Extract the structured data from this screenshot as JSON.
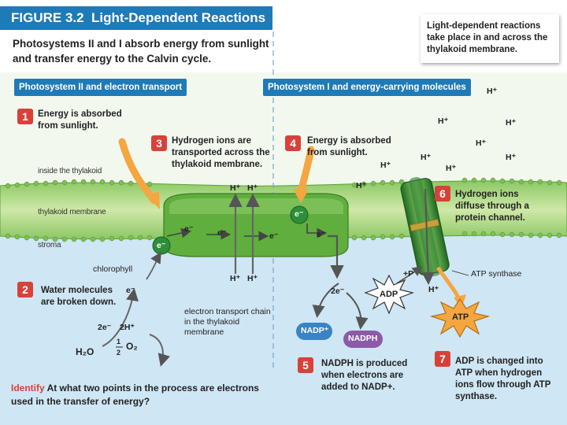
{
  "figure": {
    "label": "FIGURE 3.2",
    "title": "Light-Dependent Reactions",
    "subtitle": "Photosystems II and I absorb energy from sunlight and transfer energy to the Calvin cycle.",
    "side_note": "Light-dependent reactions take place in and across the thylakoid membrane."
  },
  "tabs": {
    "left": "Photosystem II and electron transport",
    "right": "Photosystem I and energy-carrying molecules"
  },
  "steps": [
    {
      "num": "1",
      "text": "Energy is absorbed from sunlight."
    },
    {
      "num": "2",
      "text": "Water molecules are broken down."
    },
    {
      "num": "3",
      "text": "Hydrogen ions are transported across the thylakoid membrane."
    },
    {
      "num": "4",
      "text": "Energy is absorbed from sunlight."
    },
    {
      "num": "5",
      "text": "NADPH is produced when electrons are added to NADP+."
    },
    {
      "num": "6",
      "text": "Hydrogen ions diffuse through a protein channel."
    },
    {
      "num": "7",
      "text": "ADP is changed into ATP when hydrogen ions flow through ATP synthase."
    }
  ],
  "regions": {
    "inside": "inside the thylakoid",
    "membrane": "thylakoid membrane",
    "stroma": "stroma"
  },
  "labels": {
    "chlorophyll": "chlorophyll",
    "electron_chain": "electron transport chain in the thylakoid membrane",
    "atp_synthase": "ATP synthase",
    "electron": "e⁻",
    "two_electrons": "2e⁻",
    "two_h_plus": "2H⁺",
    "water": "H₂O",
    "half": "1",
    "half_den": "2",
    "oxygen": "O₂",
    "h_plus": "H⁺",
    "plus_p": "+P",
    "adp": "ADP",
    "atp": "ATP",
    "nadp": "NADP⁺",
    "nadph": "NADPH"
  },
  "footer": {
    "keyword": "Identify",
    "question": "At what two points in the process are electrons used in the transfer of energy?"
  },
  "colors": {
    "header_blue": "#1f7ab8",
    "step_red": "#d8413a",
    "membrane_green": "#6dbb45",
    "sky_blue": "#cfe6f4",
    "arrow_orange": "#f4a640",
    "nadp_blue": "#3a83c4",
    "nadph_purple": "#8c5aa8"
  }
}
